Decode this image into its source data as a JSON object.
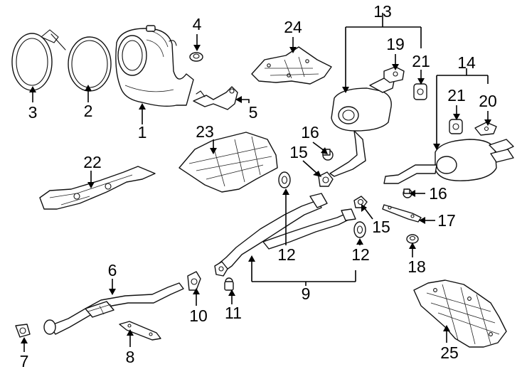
{
  "diagram": {
    "callouts": [
      "1",
      "2",
      "3",
      "4",
      "5",
      "6",
      "7",
      "8",
      "9",
      "10",
      "11",
      "12",
      "12",
      "12",
      "13",
      "14",
      "15",
      "15",
      "16",
      "16",
      "17",
      "18",
      "19",
      "20",
      "21",
      "21",
      "22",
      "23",
      "24",
      "25"
    ]
  }
}
